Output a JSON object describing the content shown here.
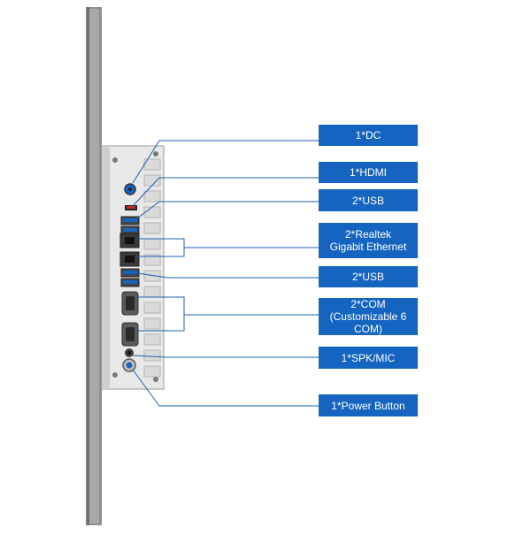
{
  "labels": [
    {
      "id": "dc",
      "lines": [
        "1*DC"
      ]
    },
    {
      "id": "hdmi",
      "lines": [
        "1*HDMI"
      ]
    },
    {
      "id": "usb-upper",
      "lines": [
        "2*USB"
      ]
    },
    {
      "id": "ethernet",
      "lines": [
        "2*Realtek",
        "Gigabit Ethernet"
      ]
    },
    {
      "id": "usb-lower",
      "lines": [
        "2*USB"
      ]
    },
    {
      "id": "com",
      "lines": [
        "2*COM",
        "(Customizable 6 COM)"
      ]
    },
    {
      "id": "spk-mic",
      "lines": [
        "1*SPK/MIC"
      ]
    },
    {
      "id": "power",
      "lines": [
        "1*Power Button"
      ]
    }
  ],
  "colors": {
    "label_bg": "#1565c0",
    "leader_line": "#1f5fb0",
    "chassis": "#8e8e8e",
    "panel": "#e7e7e7"
  },
  "icons": [
    "usb-port-icon",
    "ethernet-port-icon",
    "hdmi-port-icon",
    "serial-port-icon",
    "audio-jack-icon",
    "power-button-icon",
    "dc-jack-icon"
  ]
}
